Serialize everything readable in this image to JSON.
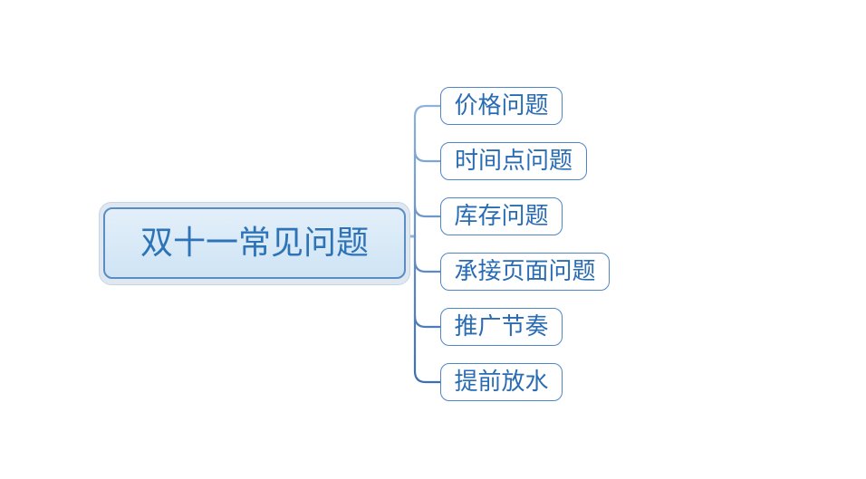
{
  "mindmap": {
    "central_topic": {
      "label": "双十一常见问题"
    },
    "children": [
      {
        "label": "价格问题"
      },
      {
        "label": "时间点问题"
      },
      {
        "label": "库存问题"
      },
      {
        "label": "承接页面问题"
      },
      {
        "label": "推广节奏"
      },
      {
        "label": "提前放水"
      }
    ],
    "colors": {
      "line_light": "#8fb3dd",
      "line_dark": "#3a6db4",
      "stub": "#8fb3dd",
      "node_border": "#4e86c6",
      "node_text": "#2a6cb3",
      "central_fill_top": "#e3effa",
      "central_fill_bottom": "#cfe4f4",
      "central_border": "#5b8cc4",
      "central_glow": "#dfe8f1",
      "central_glow_border": "#c6d5e4",
      "central_text": "#2d73b8",
      "canvas_bg": "#ffffff"
    }
  }
}
